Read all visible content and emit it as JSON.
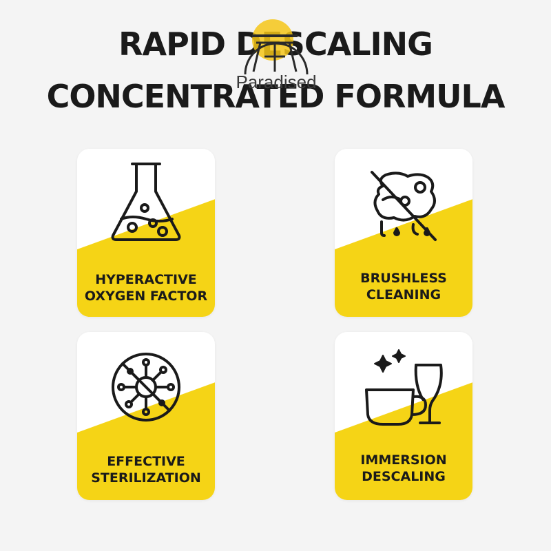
{
  "headline": {
    "line1": "RAPID DESCALING",
    "line2": "CONCENTRATED FORMULA"
  },
  "watermark": {
    "text": "Paradised",
    "icon": "umbrella-table-icon",
    "accent": "#f5c518"
  },
  "colors": {
    "background": "#f4f4f4",
    "card_accent": "#f5d416",
    "ink": "#1a1a1a"
  },
  "features": [
    {
      "icon": "flask-bubbles-icon",
      "line1": "HYPERACTIVE",
      "line2": "OXYGEN FACTOR"
    },
    {
      "icon": "no-sponge-icon",
      "line1": "BRUSHLESS",
      "line2": "CLEANING"
    },
    {
      "icon": "no-virus-icon",
      "line1": "EFFECTIVE",
      "line2": "STERILIZATION"
    },
    {
      "icon": "cup-glass-sparkle-icon",
      "line1": "IMMERSION",
      "line2": "DESCALING"
    }
  ]
}
